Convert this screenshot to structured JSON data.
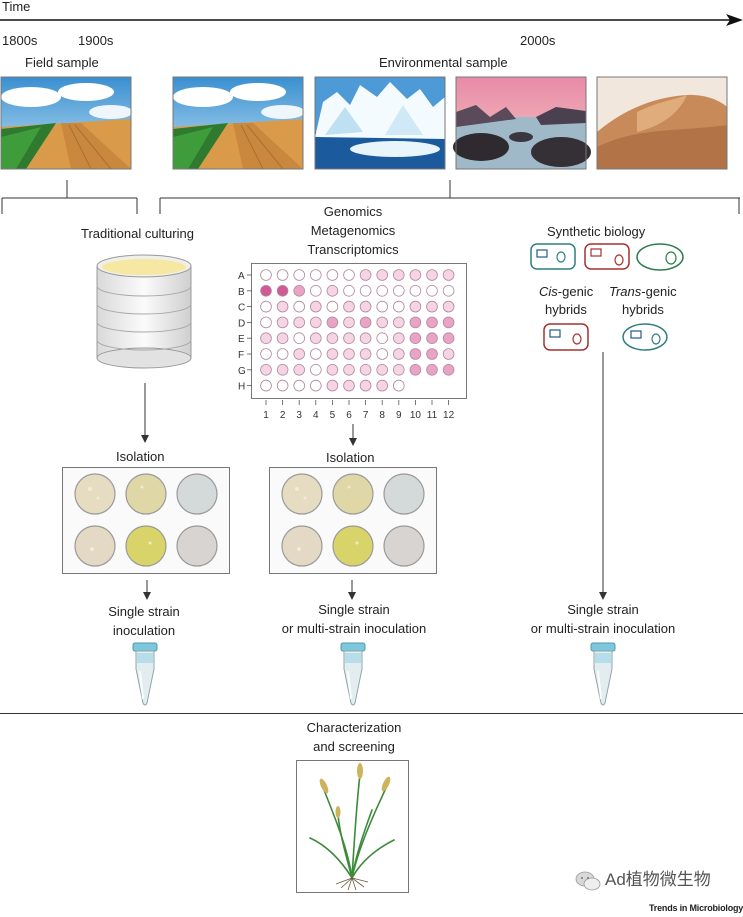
{
  "timeline": {
    "label": "Time",
    "ticks": [
      "1800s",
      "1900s",
      "2000s"
    ]
  },
  "samples": {
    "field_label": "Field sample",
    "environmental_label": "Environmental sample"
  },
  "columns": {
    "traditional": {
      "title": "Traditional culturing",
      "isolation": "Isolation",
      "inoculation_line1": "Single strain",
      "inoculation_line2": "inoculation"
    },
    "omics": {
      "title_line1": "Genomics",
      "title_line2": "Metagenomics",
      "title_line3": "Transcriptomics",
      "isolation": "Isolation",
      "inoculation_line1": "Single strain",
      "inoculation_line2": "or multi-strain inoculation"
    },
    "synthetic": {
      "title": "Synthetic biology",
      "cis_italic": "Cis",
      "cis_rest": "-genic",
      "cis_line2": "hybrids",
      "trans_italic": "Trans",
      "trans_rest": "-genic",
      "trans_line2": "hybrids",
      "inoculation_line1": "Single strain",
      "inoculation_line2": "or multi-strain inoculation"
    }
  },
  "plate": {
    "rows": [
      "A",
      "B",
      "C",
      "D",
      "E",
      "F",
      "G",
      "H"
    ],
    "cols": [
      "1",
      "2",
      "3",
      "4",
      "5",
      "6",
      "7",
      "8",
      "9",
      "10",
      "11",
      "12"
    ]
  },
  "bottom": {
    "line1": "Characterization",
    "line2": "and screening"
  },
  "watermark": "Ad植物微生物",
  "credit": "Trends in Microbiology",
  "colors": {
    "teal": "#2e7d82",
    "red": "#a6302e",
    "green": "#2e7d4f",
    "blue": "#1d5c8a",
    "pink_light": "#f6d4e4",
    "pink_mid": "#e9a3c5",
    "pink_dark": "#cf5a95"
  }
}
